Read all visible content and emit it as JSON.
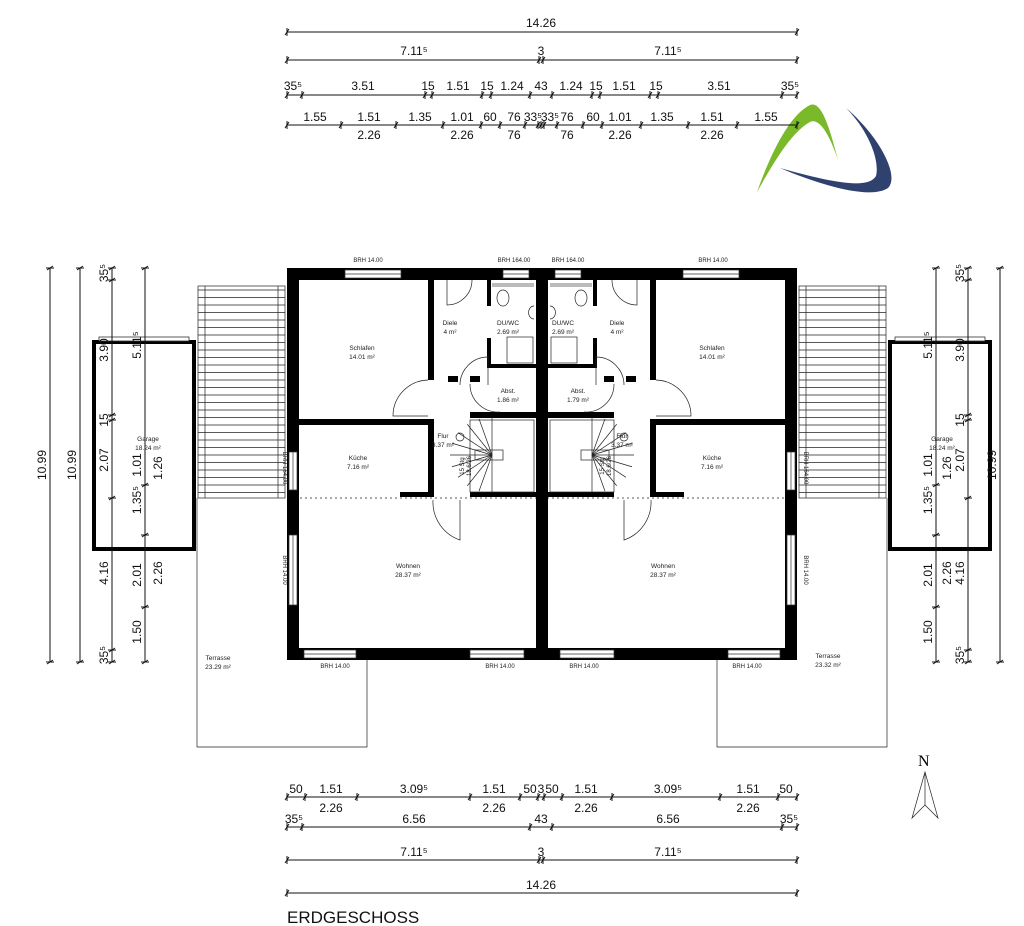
{
  "title": "ERDGESCHOSS",
  "north_label": "N",
  "logo": {
    "name": "AS logo",
    "colors": {
      "green": "#7ab929",
      "navy": "#2f416f"
    }
  },
  "dims": {
    "top": {
      "r1": [
        "14.26"
      ],
      "r2": [
        "7.11⁵",
        "3",
        "7.11⁵"
      ],
      "r3": [
        "35⁵",
        "3.51",
        "15",
        "1.51",
        "15",
        "1.24",
        "43",
        "1.24",
        "15",
        "1.51",
        "15",
        "3.51",
        "35⁵"
      ],
      "r4_above": [
        "1.55",
        "1.51",
        "1.35",
        "1.01",
        "60",
        "76",
        "33⁵",
        "33⁵",
        "76",
        "60",
        "1.01",
        "1.35",
        "1.51",
        "1.55"
      ],
      "r4_below": [
        "2.26",
        "2.26",
        "76",
        "76",
        "2.26",
        "2.26"
      ]
    },
    "bottom": {
      "r1_above": [
        "50",
        "1.51",
        "3.09⁵",
        "1.51",
        "50",
        "3",
        "50",
        "1.51",
        "3.09⁵",
        "1.51",
        "50"
      ],
      "r1_below": [
        "2.26",
        "2.26",
        "2.26",
        "2.26"
      ],
      "r2": [
        "35⁵",
        "6.56",
        "43",
        "6.56",
        "35⁵"
      ],
      "r3": [
        "7.11⁵",
        "3",
        "7.11⁵"
      ],
      "r4": [
        "14.26"
      ]
    },
    "left": {
      "c1": [
        "10.99"
      ],
      "c2": [
        "10.99"
      ],
      "c3": [
        "35⁵",
        "3.90",
        "15",
        "2.07",
        "4.16",
        "35⁵"
      ],
      "c4": [
        "5.11⁵",
        "1.01",
        "1.35⁵",
        "2.01",
        "1.50"
      ],
      "c4b": [
        "1.26",
        "2.26"
      ]
    },
    "right": {
      "c1": [
        "10.99"
      ],
      "c3": [
        "35⁵",
        "3.90",
        "15",
        "2.07",
        "4.16",
        "35⁵"
      ],
      "c4": [
        "5.11⁵",
        "1.01",
        "1.35⁵",
        "2.01",
        "1.50"
      ],
      "c4b": [
        "1.26",
        "2.26"
      ]
    }
  },
  "rooms": {
    "left": [
      {
        "name": "Schlafen",
        "area": "14.01 m²"
      },
      {
        "name": "Küche",
        "area": "7.16 m²"
      },
      {
        "name": "Wohnen",
        "area": "28.37 m²"
      },
      {
        "name": "Diele",
        "area": "4 m²"
      },
      {
        "name": "DU/WC",
        "area": "2.69 m²"
      },
      {
        "name": "Abst.",
        "area": "1.86 m²"
      },
      {
        "name": "Flur",
        "area": "3.37 m²"
      },
      {
        "name": "Garage",
        "area": "18.24 m²"
      },
      {
        "name": "Terrasse",
        "area": "23.29 m²"
      }
    ],
    "right": [
      {
        "name": "Schlafen",
        "area": "14.01 m²"
      },
      {
        "name": "Küche",
        "area": "7.16 m²"
      },
      {
        "name": "Wohnen",
        "area": "28.37 m²"
      },
      {
        "name": "Diele",
        "area": "4 m²"
      },
      {
        "name": "DU/WC",
        "area": "2.69 m²"
      },
      {
        "name": "Abst.",
        "area": "1.79 m²"
      },
      {
        "name": "Flur",
        "area": "3.37 m²"
      },
      {
        "name": "Garage",
        "area": "18.24 m²"
      },
      {
        "name": "Terrasse",
        "area": "23.32 m²"
      }
    ]
  },
  "stairs": {
    "steps": "15 Stg",
    "ratio": "18.6/26"
  },
  "brh": {
    "top": [
      "BRH 14.00",
      "BRH 164.00",
      "BRH 164.00",
      "BRH 14.00"
    ],
    "bottom": [
      "BRH 14.00",
      "BRH 14.00",
      "BRH 14.00",
      "BRH 14.00"
    ],
    "side": [
      "BRH 14.00",
      "BRH 14.00",
      "BRH 164.00",
      "BRH 164.00"
    ]
  }
}
